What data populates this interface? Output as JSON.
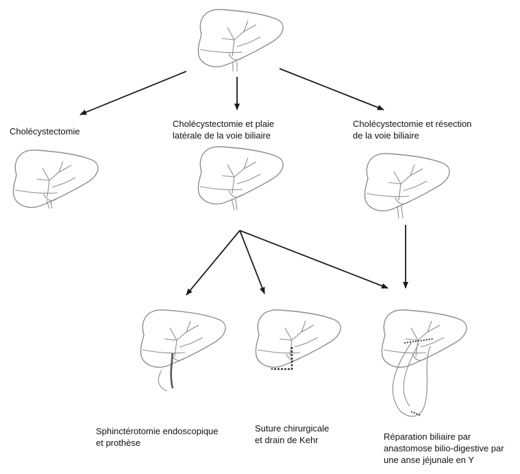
{
  "labels": {
    "cholecystectomy": {
      "lines": [
        "Cholécystectomie"
      ]
    },
    "lateral_wound": {
      "lines": [
        "Cholécystectomie et plaie",
        "latérale de la voie biliaire"
      ]
    },
    "resection": {
      "lines": [
        "Cholécystectomie et résection",
        "de la voie biliaire"
      ]
    },
    "sphincterotomy": {
      "lines": [
        "Sphinctérotomie endoscopique",
        "et prothèse"
      ]
    },
    "suture": {
      "lines": [
        "Suture chirurgicale",
        "et drain de Kehr"
      ]
    },
    "repair": {
      "lines": [
        "Réparation biliaire par",
        "anastomose bilio-digestive par",
        "une anse jéjunale en Y"
      ]
    }
  },
  "colors": {
    "ink": "#1a1a1a",
    "sketch": "#8c8c8c",
    "background": "#ffffff"
  }
}
